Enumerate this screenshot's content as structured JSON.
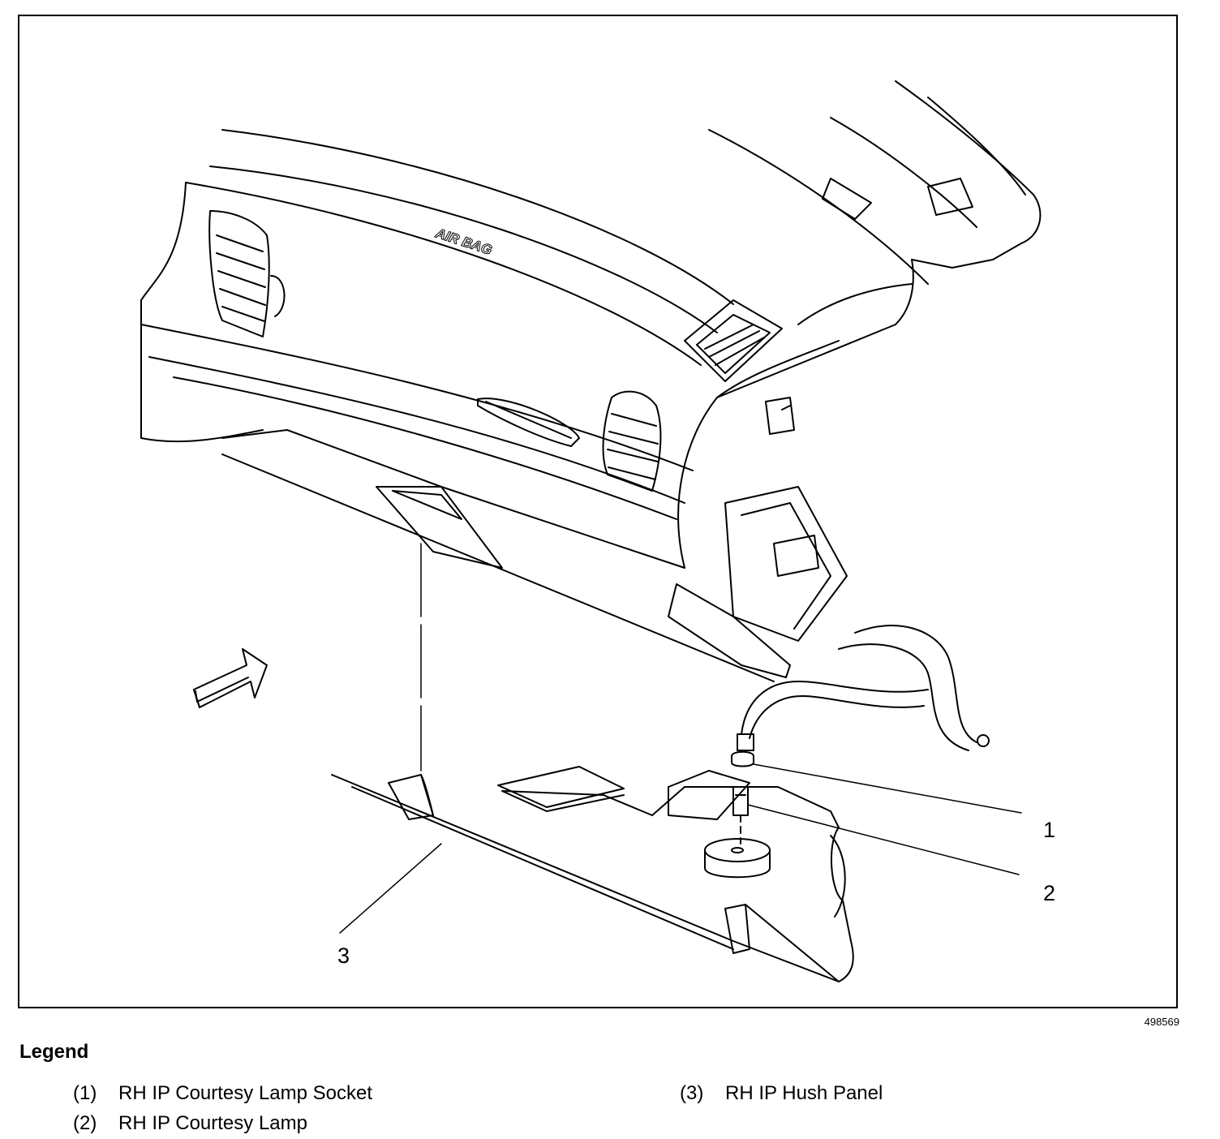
{
  "figure": {
    "id": "498569",
    "embossed_text": "AIR BAG",
    "callouts": [
      "1",
      "2",
      "3"
    ]
  },
  "legend": {
    "title": "Legend",
    "items": [
      {
        "num": "(1)",
        "label": "RH IP Courtesy Lamp Socket"
      },
      {
        "num": "(2)",
        "label": "RH IP Courtesy Lamp"
      },
      {
        "num": "(3)",
        "label": "RH IP Hush Panel"
      }
    ]
  }
}
